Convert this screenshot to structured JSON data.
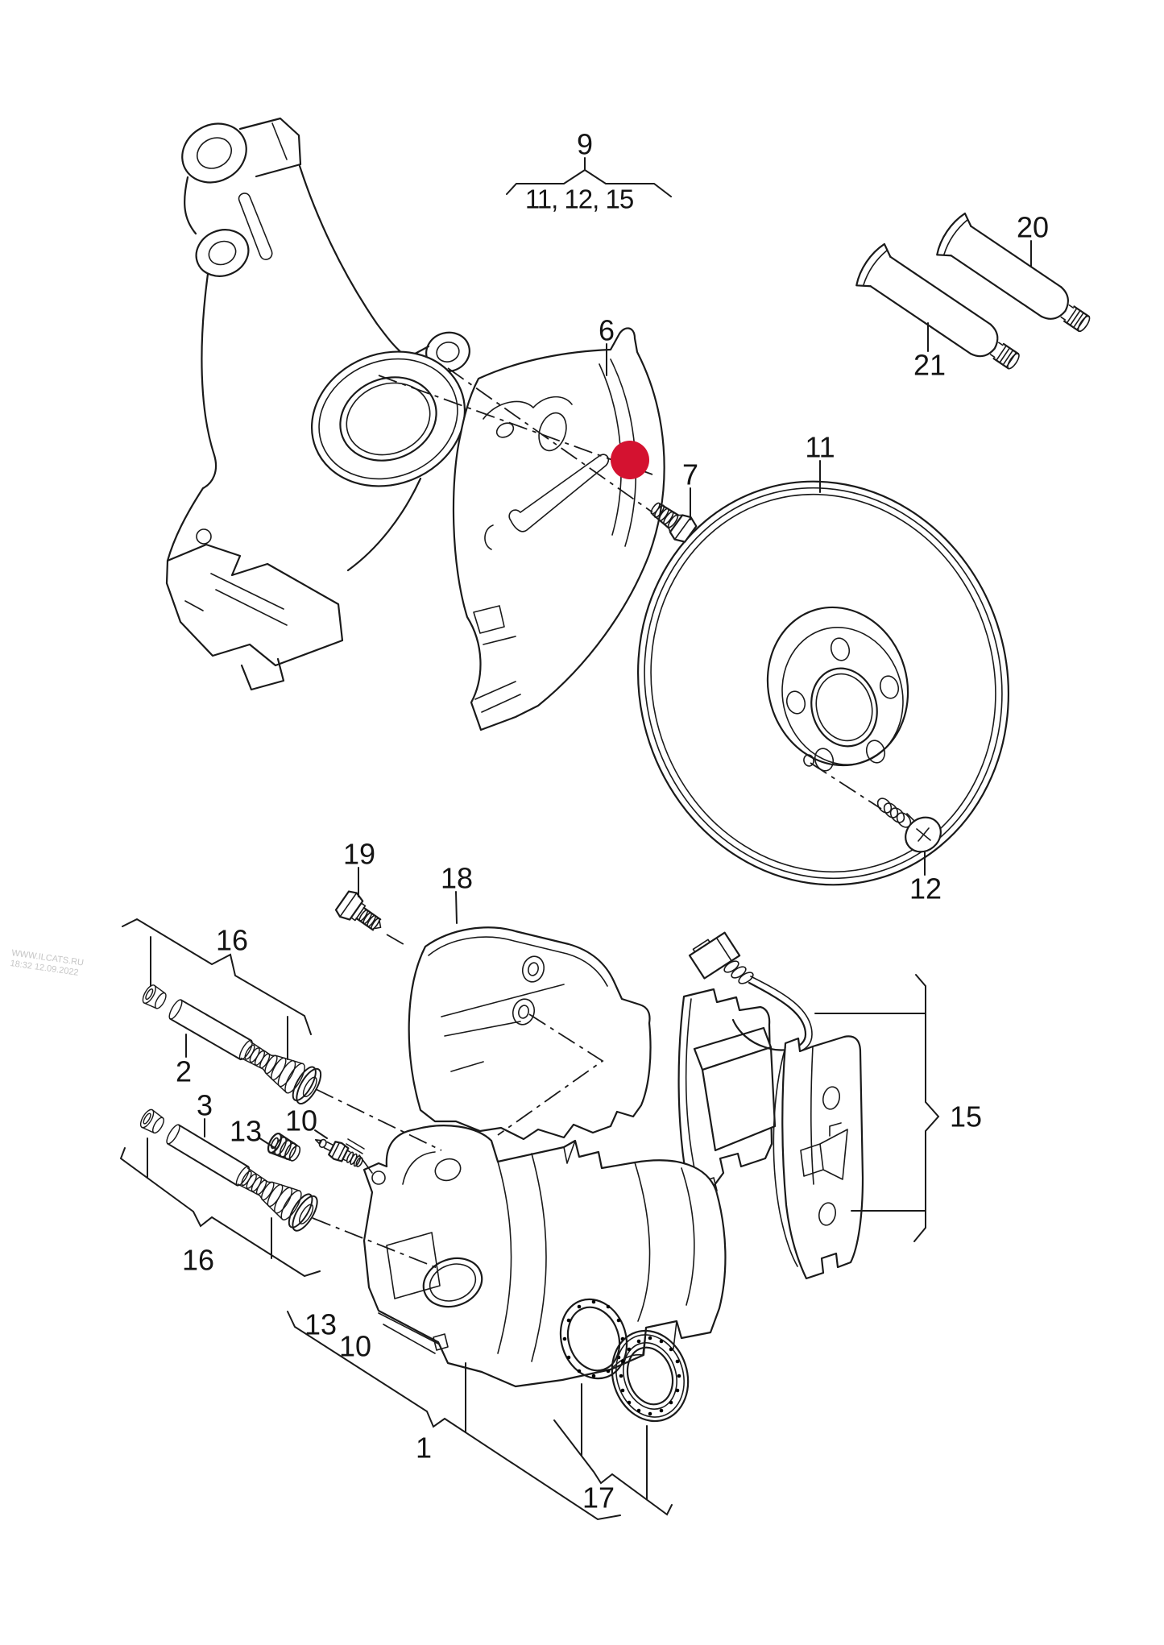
{
  "page": {
    "background": "#ffffff"
  },
  "watermark": {
    "line1": "WWW.ILCATS.RU",
    "line2": "18:32 12.09.2022"
  },
  "group_bracket": {
    "parent_label": "9",
    "member_labels": "11, 12, 15"
  },
  "labels": {
    "l9": "9",
    "lgroup": "11, 12, 15",
    "l6": "6",
    "l7": "7",
    "l11": "11",
    "l12": "12",
    "l15": "15",
    "l20": "20",
    "l21": "21",
    "l19": "19",
    "l18": "18",
    "l16a": "16",
    "l2": "2",
    "l3": "3",
    "l13a": "13",
    "l10a": "10",
    "l16b": "16",
    "l13b": "13",
    "l10b": "10",
    "l1": "1",
    "l17": "17"
  },
  "highlight_dot": {
    "color": "#d41230"
  },
  "colors": {
    "line": "#1a1a1a",
    "background": "#ffffff",
    "watermark": "#c6c6c6",
    "highlight": "#d41230"
  }
}
